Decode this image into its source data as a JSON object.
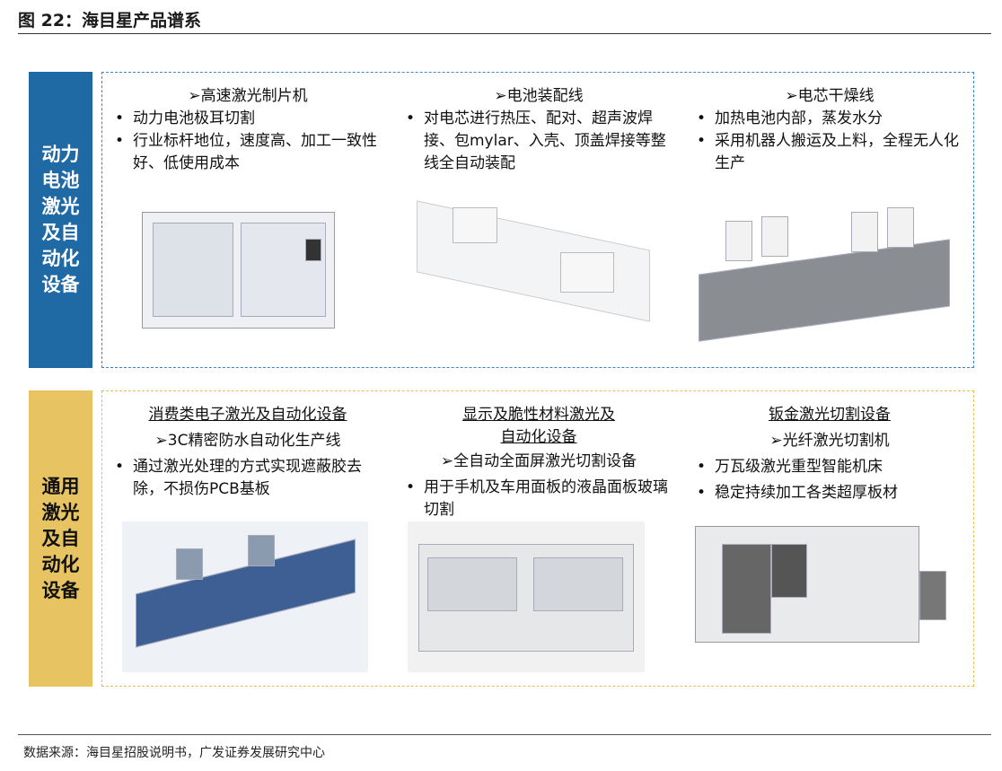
{
  "title": "图 22：海目星产品谱系",
  "rows": [
    {
      "label": "动力电池激光及自动化设备",
      "cols": [
        {
          "head": "➢高速激光制片机",
          "bullets": [
            "动力电池极耳切割",
            "行业标杆地位，速度高、加工一致性好、低使用成本"
          ]
        },
        {
          "head": "➢电池装配线",
          "bullets": [
            "对电芯进行热压、配对、超声波焊接、包mylar、入壳、顶盖焊接等整线全自动装配"
          ]
        },
        {
          "head": "➢电芯干燥线",
          "bullets": [
            "加热电池内部，蒸发水分",
            "采用机器人搬运及上料，全程无人化生产"
          ]
        }
      ]
    },
    {
      "label": "通用激光及自动化设备",
      "cols": [
        {
          "category": "消费类电子激光及自动化设备",
          "head": "➢3C精密防水自动化生产线",
          "bullets": [
            "通过激光处理的方式实现遮蔽胶去除，不损伤PCB基板"
          ]
        },
        {
          "category": "显示及脆性材料激光及自动化设备",
          "head": "➢全自动全面屏激光切割设备",
          "bullets": [
            "用于手机及车用面板的液晶面板玻璃切割"
          ]
        },
        {
          "category": "钣金激光切割设备",
          "head": "➢光纤激光切割机",
          "bullets": [
            "万瓦级激光重型智能机床",
            "稳定持续加工各类超厚板材"
          ]
        }
      ]
    }
  ],
  "source": "数据来源：海目星招股说明书，广发证券发展研究中心",
  "colors": {
    "blue": "#1f6aa5",
    "gold": "#e7c461"
  }
}
